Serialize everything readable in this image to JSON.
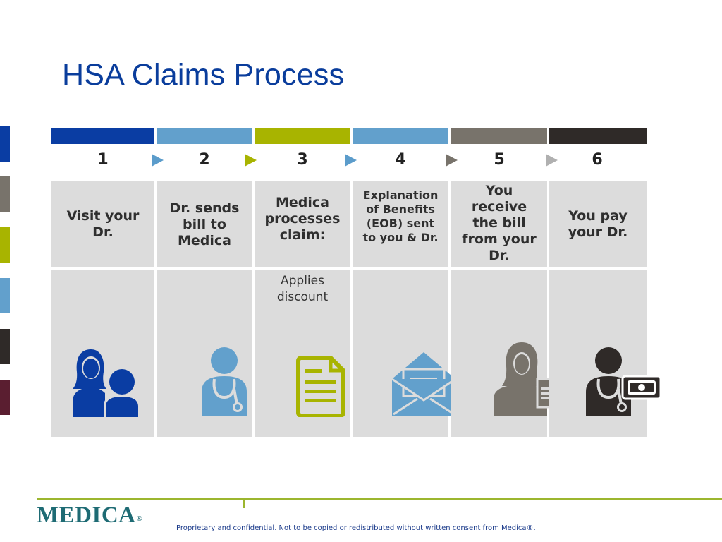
{
  "title": "HSA Claims Process",
  "colors": {
    "title": "#0a3d9c",
    "blue_dark": "#0a3da3",
    "blue_light": "#62a0cc",
    "green": "#a8b400",
    "gray": "#78736b",
    "charcoal": "#2f2a28",
    "maroon": "#5a1e30",
    "cell_bg": "#dcdcdc",
    "footer_green": "#9cb62f"
  },
  "steps": [
    {
      "number": "1",
      "label": "Visit your Dr.",
      "note": "",
      "icon": "patient-with-child-icon",
      "color": "#0a3da3"
    },
    {
      "number": "2",
      "label": "Dr. sends bill to Medica",
      "note": "",
      "icon": "doctor-icon",
      "color": "#62a0cc"
    },
    {
      "number": "3",
      "label": "Medica processes claim:",
      "note": "Applies discount",
      "icon": "document-icon",
      "color": "#a8b400"
    },
    {
      "number": "4",
      "label": "Explanation of Benefits (EOB) sent to you & Dr.",
      "note": "",
      "icon": "envelope-icon",
      "color": "#62a0cc"
    },
    {
      "number": "5",
      "label": "You receive the bill from your Dr.",
      "note": "",
      "icon": "person-with-bill-icon",
      "color": "#78736b"
    },
    {
      "number": "6",
      "label": "You pay your Dr.",
      "note": "",
      "icon": "doctor-with-money-icon",
      "color": "#2f2a28"
    }
  ],
  "footer": {
    "logo": "MEDICA",
    "logo_mark": "®",
    "disclaimer": "Proprietary and confidential. Not to be copied or redistributed without written consent from Medica®."
  }
}
